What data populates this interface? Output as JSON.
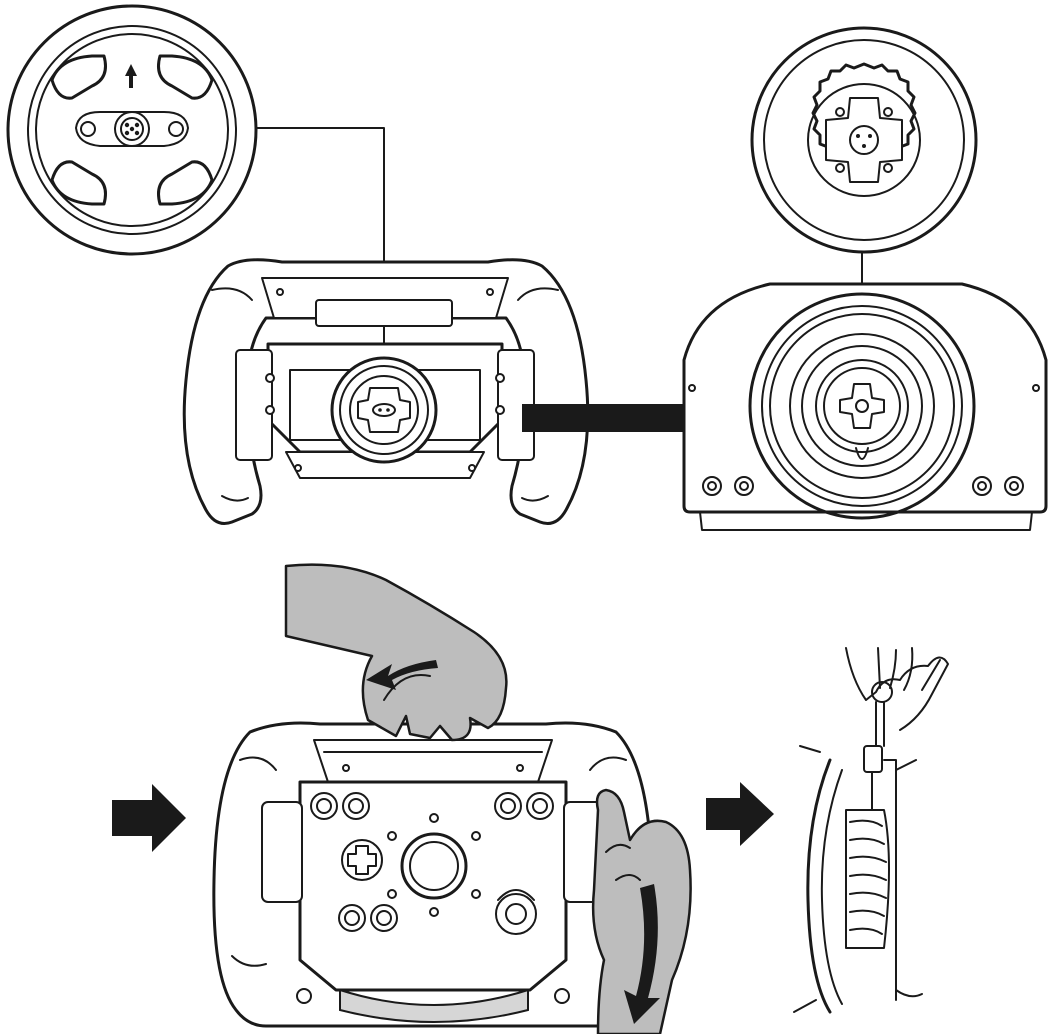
{
  "figure": {
    "panels": [
      "quick-release-detail",
      "wheel-base-hub-detail",
      "wheel-back-view",
      "wheel-base-front-view",
      "mounting-step-hands",
      "tightening-side-view"
    ],
    "icons": [
      "arrow-right-icon",
      "rotate-arrow-icon",
      "up-arrow-icon"
    ],
    "colors": {
      "line": "#1a1a1a",
      "fill": "#ffffff",
      "hand": "#bdbdbd",
      "arrow": "#1a1a1a"
    }
  }
}
